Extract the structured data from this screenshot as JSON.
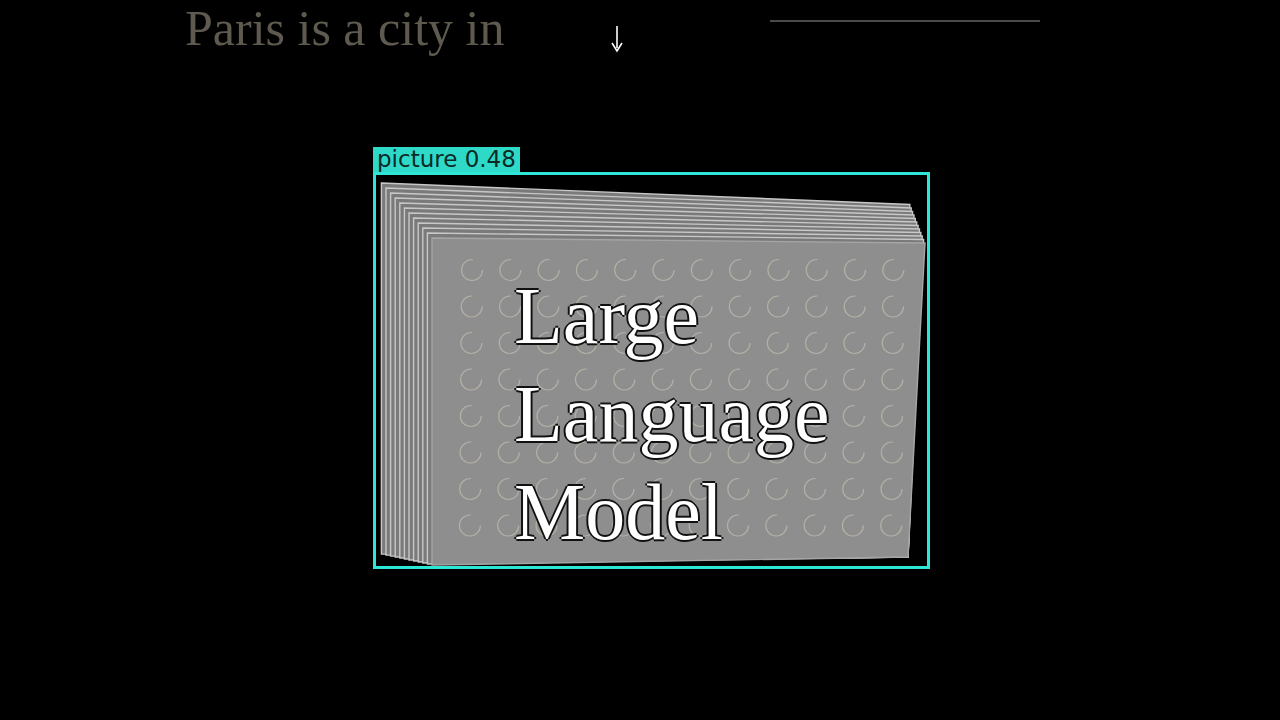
{
  "diagram": {
    "nodes": [
      {
        "text": [
          "picture 0.48"
        ]
      },
      {
        "text": [
          "Large Language Model"
        ],
        "in": 0
      }
    ],
    "labels": [
      "Paris is a city in"
    ]
  }
}
